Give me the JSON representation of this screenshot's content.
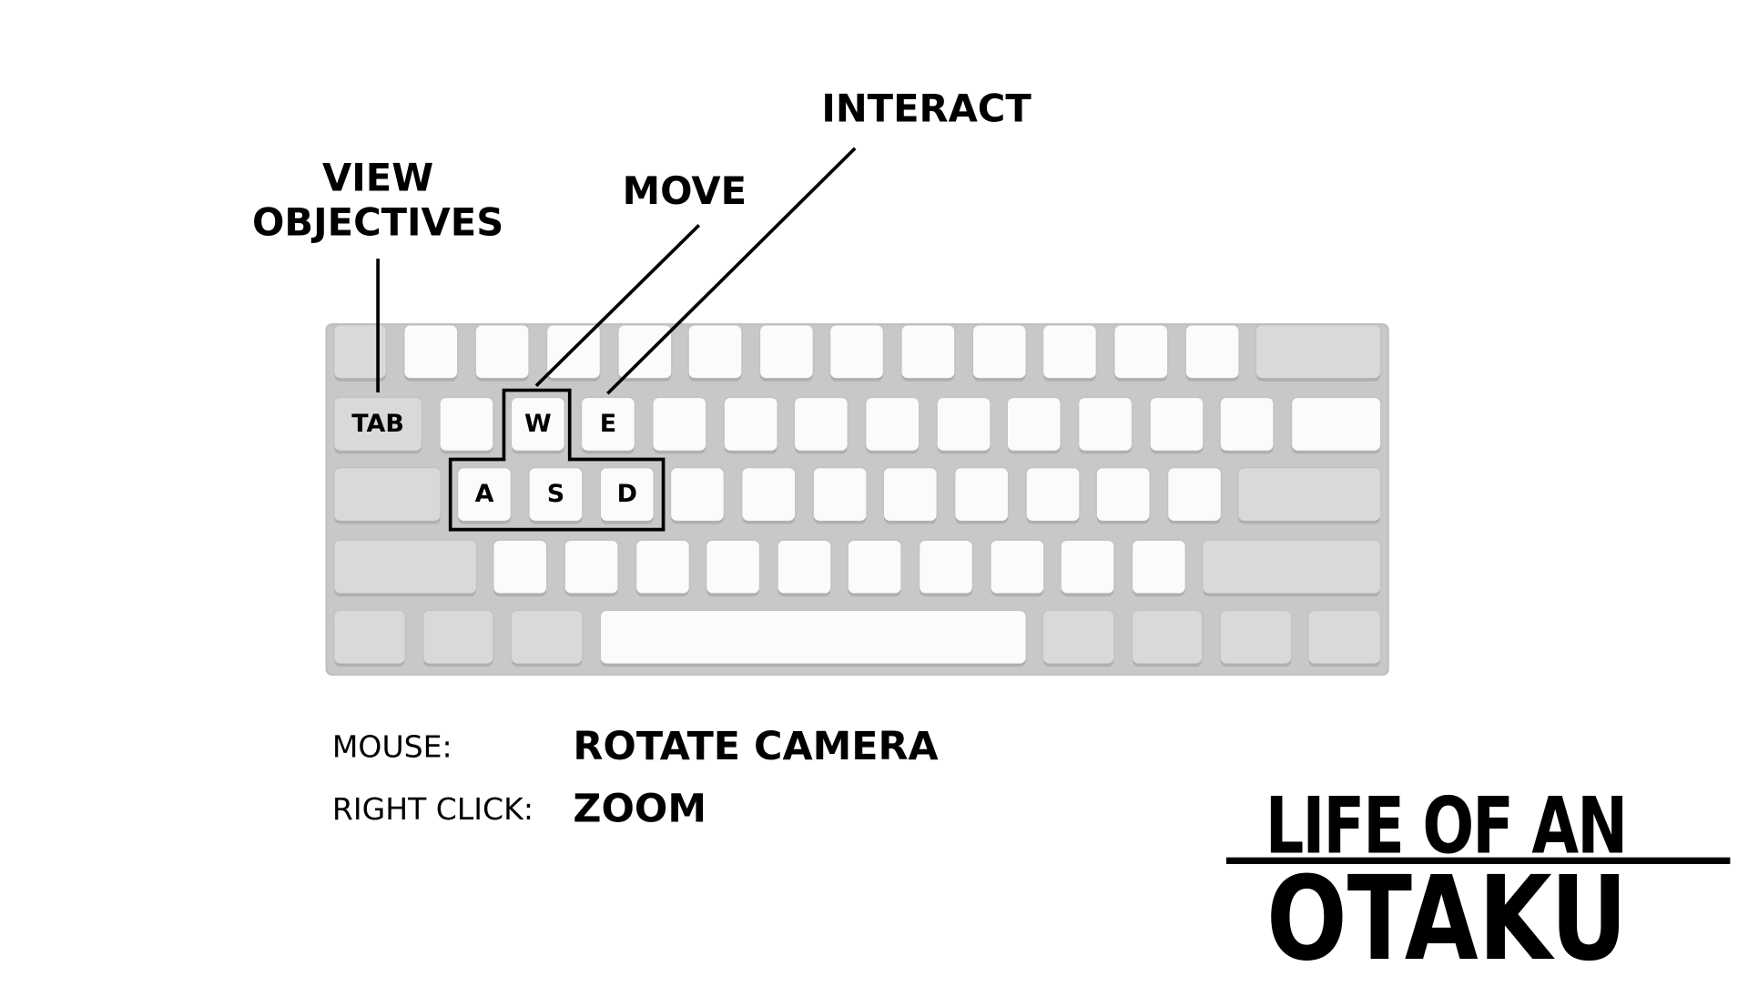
{
  "labels": {
    "view_objectives_1": "VIEW",
    "view_objectives_2": "OBJECTIVES",
    "move": "MOVE",
    "interact": "INTERACT"
  },
  "keys": {
    "tab": "TAB",
    "w": "W",
    "e": "E",
    "a": "A",
    "s": "S",
    "d": "D"
  },
  "controls": [
    {
      "input": "MOUSE:",
      "action": "ROTATE CAMERA"
    },
    {
      "input": "RIGHT CLICK:",
      "action": "ZOOM"
    }
  ],
  "logo": {
    "line1": "LIFE OF AN",
    "line2": "OTAKU"
  },
  "colors": {
    "keyboard": "#c8c8c8",
    "key_white": "#fbfbfb",
    "key_gray": "#d9d9d9",
    "text": "#000000"
  }
}
